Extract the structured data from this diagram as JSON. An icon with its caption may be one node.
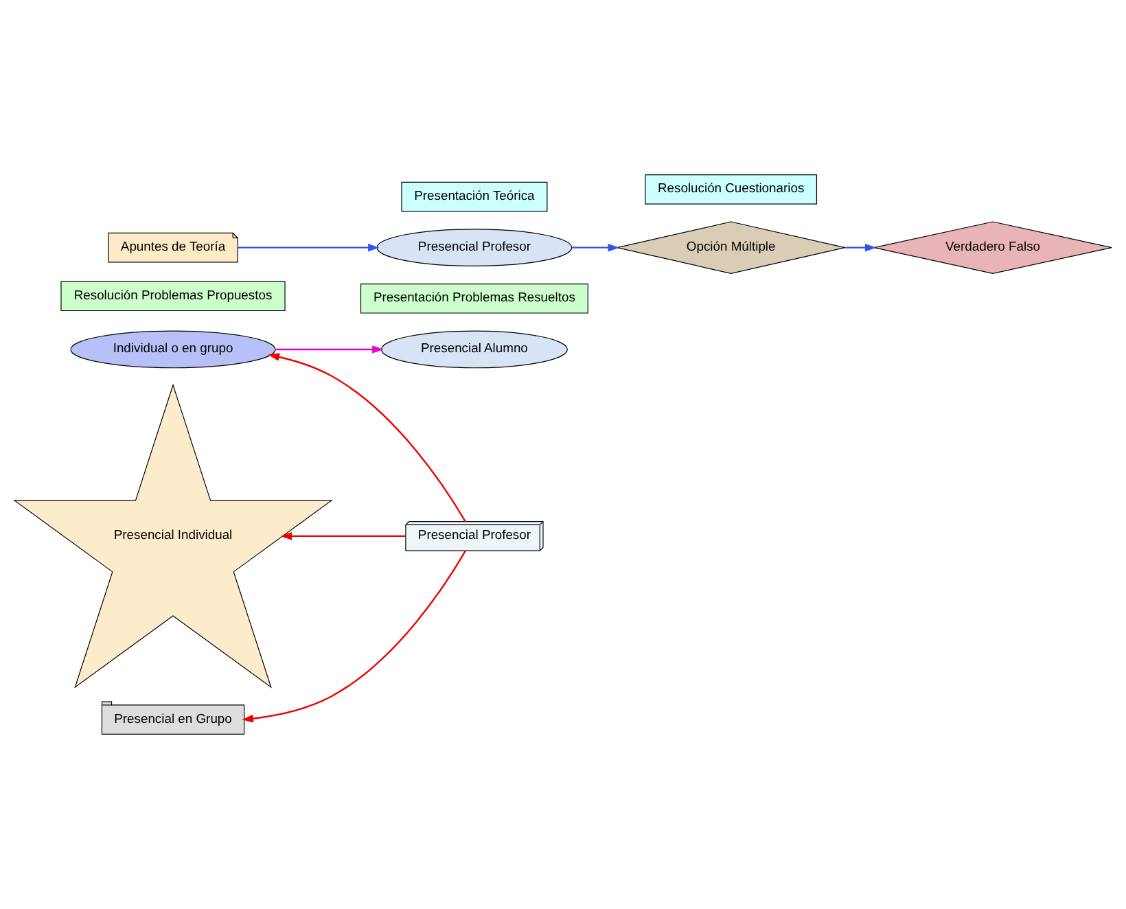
{
  "diagram": {
    "nodes": [
      {
        "text": [
          "Presentación Teórica"
        ]
      },
      {
        "text": [
          "Apuntes de Teoría"
        ]
      },
      {
        "text": [
          "Presencial Profesor"
        ]
      },
      {
        "text": [
          "Resolución Cuestionarios"
        ]
      },
      {
        "text": [
          "Opción Múltiple"
        ]
      },
      {
        "text": [
          "Verdadero Falso"
        ]
      },
      {
        "text": [
          "Presentación Problemas Resueltos"
        ]
      },
      {
        "text": [
          "Resolución Problemas Propuestos"
        ]
      },
      {
        "text": [
          "Presencial Profesor"
        ]
      },
      {
        "text": [
          "Presencial en Grupo"
        ]
      },
      {
        "text": [
          "Presencial Individual"
        ]
      },
      {
        "text": [
          "Presencial Alumno"
        ]
      },
      {
        "text": [
          "Individual o en grupo"
        ]
      }
    ],
    "edges": [
      {
        "from": 1,
        "to": 2,
        "arrow": "to",
        "color": "#3355ee"
      },
      {
        "from": 2,
        "to": 4,
        "arrow": "to",
        "color": "#3355ee"
      },
      {
        "from": 4,
        "to": 5,
        "arrow": "to",
        "color": "#3355ee"
      },
      {
        "from": 8,
        "to": 9,
        "arrow": "to",
        "color": "#ee0000"
      },
      {
        "from": 8,
        "to": 10,
        "arrow": "to",
        "color": "#ee0000"
      },
      {
        "from": 8,
        "to": 12,
        "arrow": "to",
        "color": "#ee0000"
      },
      {
        "from": 12,
        "to": 11,
        "arrow": "to",
        "color": "#ee00cc"
      }
    ]
  }
}
